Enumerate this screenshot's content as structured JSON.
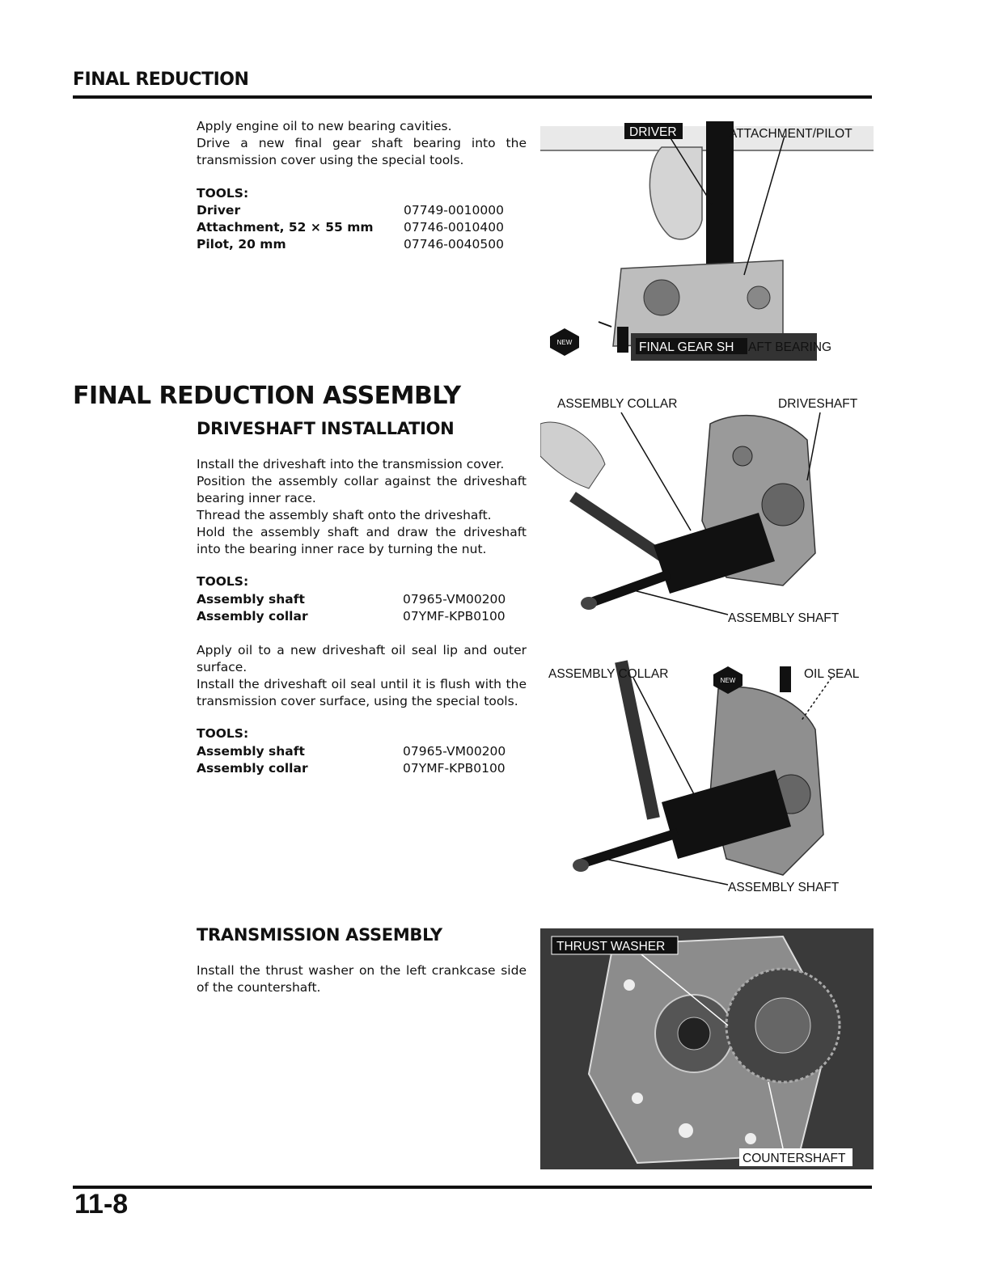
{
  "header": {
    "title": "FINAL REDUCTION"
  },
  "page_number": "11-8",
  "bearing_section": {
    "paragraph": [
      "Apply engine oil to new bearing cavities.",
      "Drive a new final gear shaft bearing into the transmission cover using the special tools."
    ],
    "tools_label": "TOOLS:",
    "tools": [
      {
        "name": "Driver",
        "number": "07749-0010000"
      },
      {
        "name": "Attachment, 52 × 55 mm",
        "number": "07746-0010400"
      },
      {
        "name": "Pilot, 20 mm",
        "number": "07746-0040500"
      }
    ],
    "figure": {
      "labels": {
        "driver": "DRIVER",
        "attachment": "ATTACHMENT/PILOT",
        "bearing_a": "FINAL GEAR SH",
        "bearing_b": "AFT BEARING"
      },
      "new_badge": "NEW"
    }
  },
  "assembly_section": {
    "title": "FINAL REDUCTION ASSEMBLY",
    "driveshaft": {
      "title": "DRIVESHAFT INSTALLATION",
      "paragraph": [
        "Install the driveshaft into the transmission cover.",
        "Position the assembly collar against the driveshaft bearing inner race.",
        "Thread the assembly shaft onto the driveshaft.",
        "Hold the assembly shaft and draw the driveshaft into the bearing inner race by turning the nut."
      ],
      "tools_label": "TOOLS:",
      "tools": [
        {
          "name": "Assembly shaft",
          "number": "07965-VM00200"
        },
        {
          "name": "Assembly collar",
          "number": "07YMF-KPB0100"
        }
      ],
      "figure": {
        "labels": {
          "collar": "ASSEMBLY COLLAR",
          "driveshaft": "DRIVESHAFT",
          "shaft": "ASSEMBLY SHAFT"
        }
      }
    },
    "oil_seal": {
      "paragraph": [
        "Apply oil to a new driveshaft oil seal lip and outer surface.",
        "Install the driveshaft oil seal until it is flush with the transmission cover surface, using the special tools."
      ],
      "tools_label": "TOOLS:",
      "tools": [
        {
          "name": "Assembly shaft",
          "number": "07965-VM00200"
        },
        {
          "name": "Assembly collar",
          "number": "07YMF-KPB0100"
        }
      ],
      "figure": {
        "labels": {
          "collar": "ASSEMBLY COLLAR",
          "seal": "OIL SEAL",
          "shaft": "ASSEMBLY SHAFT"
        },
        "new_badge": "NEW"
      }
    },
    "transmission": {
      "title": "TRANSMISSION ASSEMBLY",
      "paragraph": [
        "Install the thrust washer on the left crankcase side of the countershaft."
      ],
      "figure": {
        "labels": {
          "washer": "THRUST WASHER",
          "countershaft": "COUNTERSHAFT"
        }
      }
    }
  }
}
